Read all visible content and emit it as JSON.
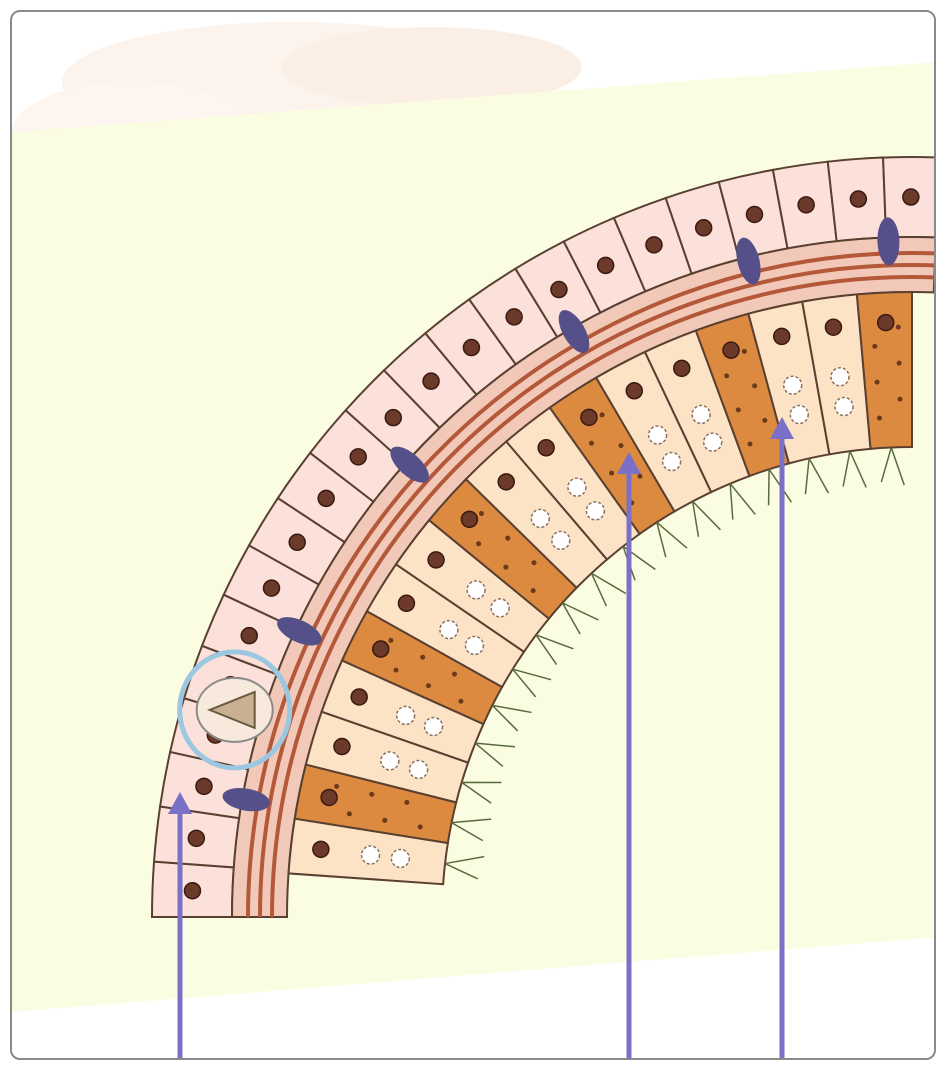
{
  "figure": {
    "background_color": "#fbfde3",
    "outer_cell_color": "#fbe1d9",
    "inner_cell_color": "#fde3c6",
    "gland_cell_color": "#dc8a40",
    "muscle_color": "#b4583a",
    "nerve_color": "#55508a",
    "arrow_color": "#7a70c8",
    "arrows": [
      {
        "name": "arrow-epidermis"
      },
      {
        "name": "arrow-gland-cell"
      },
      {
        "name": "arrow-nutritive-cell"
      }
    ]
  }
}
